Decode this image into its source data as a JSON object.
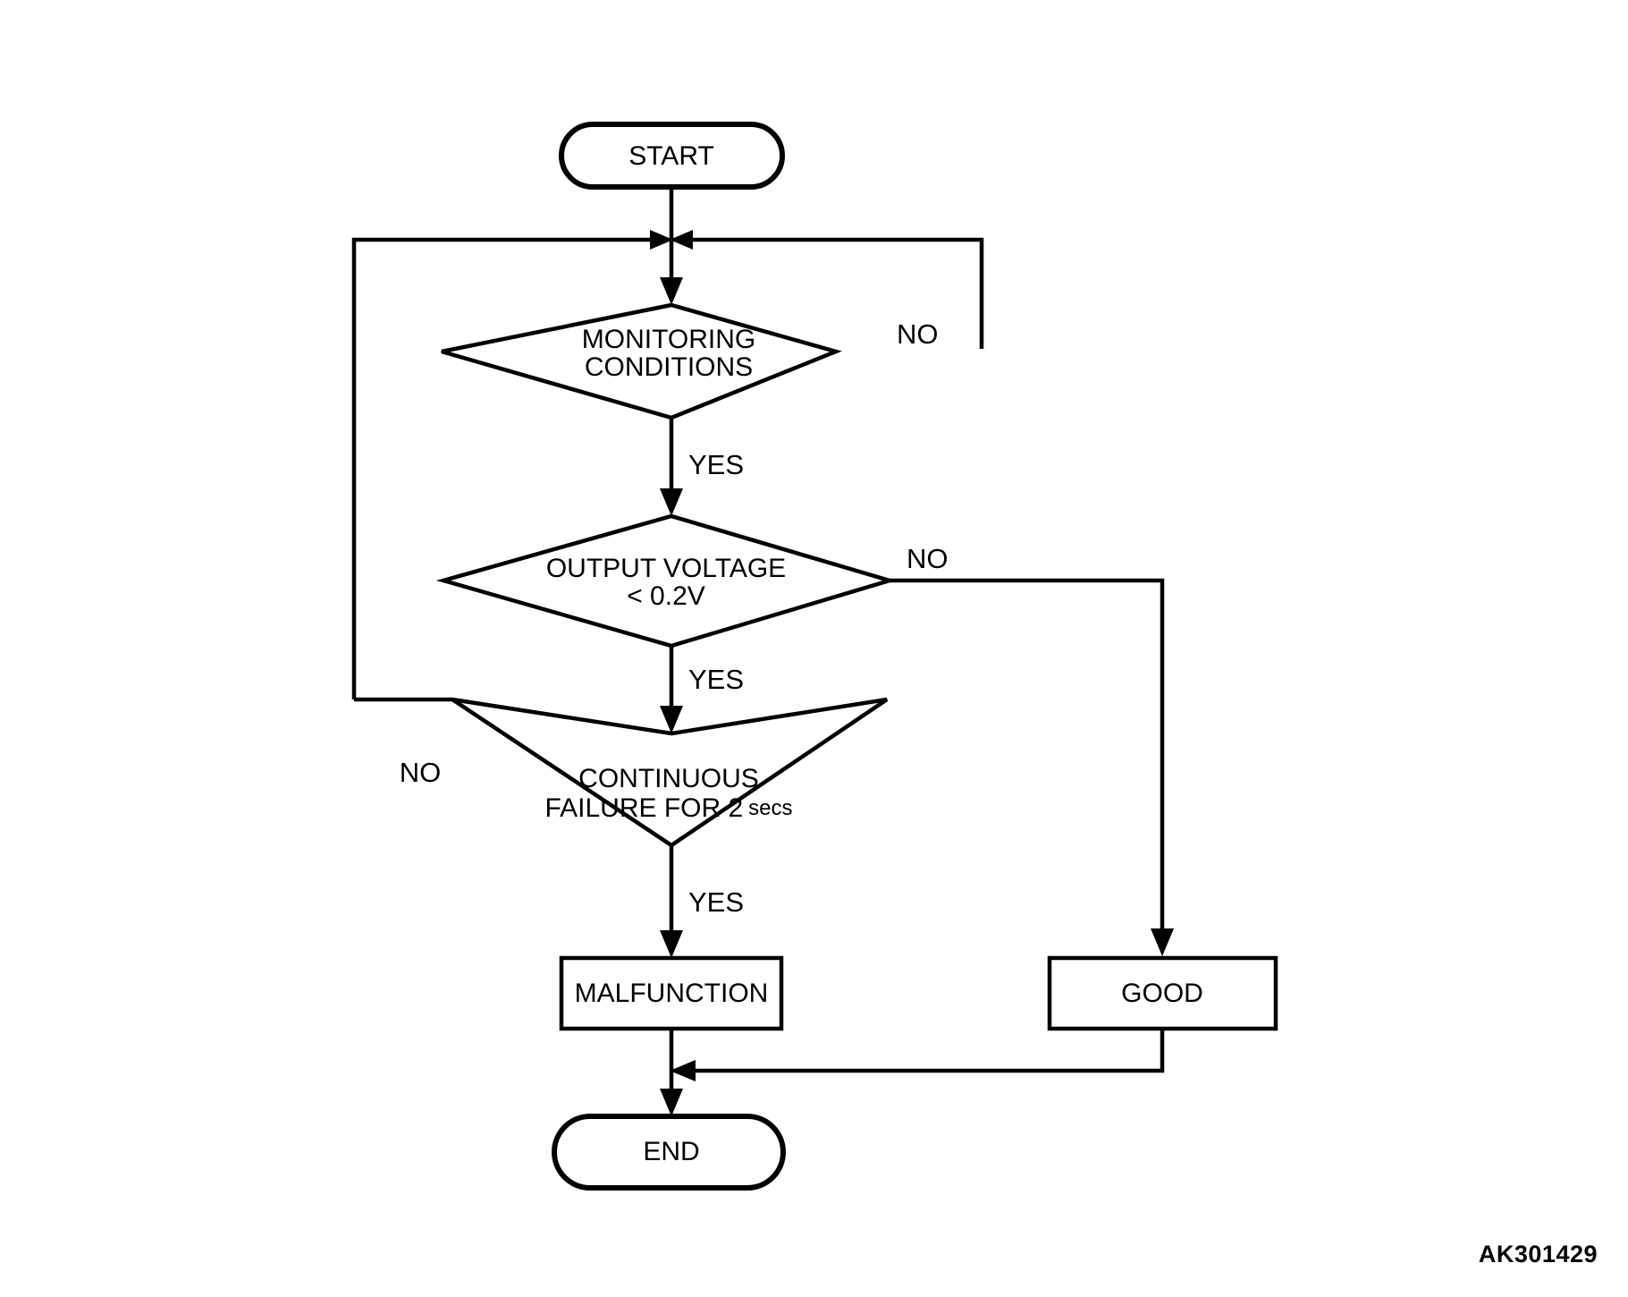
{
  "document": {
    "type": "flowchart",
    "figure_code": "AK301429",
    "background_color": "#ffffff",
    "line_color": "#000000"
  },
  "nodes": {
    "start": {
      "label": "START",
      "shape": "terminator"
    },
    "monitoring": {
      "label_line1": "MONITORING",
      "label_line2": "CONDITIONS",
      "shape": "decision"
    },
    "voltage": {
      "label_line1": "OUTPUT VOLTAGE",
      "label_line2": "< 0.2V",
      "shape": "decision"
    },
    "continuous": {
      "label_line1": "CONTINUOUS",
      "label_line2_main": "FAILURE FOR 2",
      "label_line2_unit": "secs",
      "shape": "decision"
    },
    "malfunction": {
      "label": "MALFUNCTION",
      "shape": "process"
    },
    "good": {
      "label": "GOOD",
      "shape": "process"
    },
    "end": {
      "label": "END",
      "shape": "terminator"
    }
  },
  "edge_labels": {
    "monitoring_no": "NO",
    "monitoring_yes": "YES",
    "voltage_no": "NO",
    "voltage_yes": "YES",
    "continuous_no": "NO",
    "continuous_yes": "YES"
  }
}
